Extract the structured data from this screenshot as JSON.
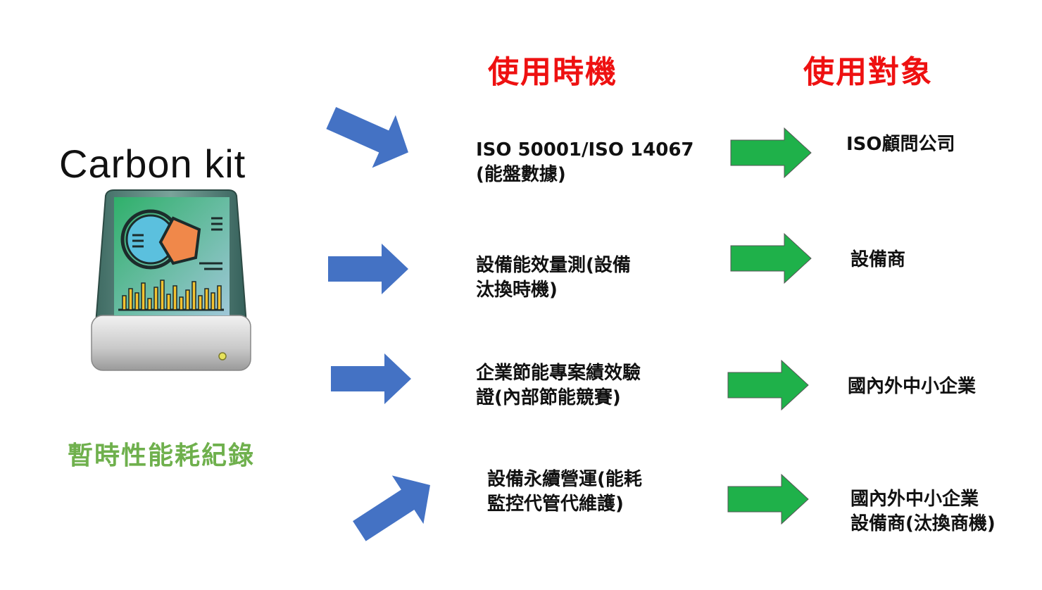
{
  "headers": {
    "timing": "使用時機",
    "target": "使用對象"
  },
  "product": {
    "name": "Carbon kit",
    "caption": "暫時性能耗紀錄"
  },
  "rows": [
    {
      "timing": [
        "ISO 50001/ISO  14067",
        "(能盤數據)"
      ],
      "target": [
        "ISO顧問公司"
      ]
    },
    {
      "timing": [
        "設備能效量測(設備",
        "汰換時機)"
      ],
      "target": [
        "設備商"
      ]
    },
    {
      "timing": [
        "企業節能專案績效驗",
        "證(內部節能競賽)"
      ],
      "target": [
        "國內外中小企業"
      ]
    },
    {
      "timing": [
        "設備永續營運(能耗",
        "監控代管代維護)"
      ],
      "target": [
        "國內外中小企業",
        "設備商(汰換商機)"
      ]
    }
  ],
  "colors": {
    "header": "#ee1111",
    "caption": "#6fb04d",
    "blue_arrow": "#4472c4",
    "green_arrow": "#1fb14a",
    "icon_screen": "#22a35a",
    "pie_blue": "#5bc0de",
    "pie_orange": "#f0884a",
    "bars": "#f2c230"
  },
  "icons": {
    "product": "hard-drive-chart-icon",
    "flow_in": "blue-arrow-icon",
    "flow_out": "green-arrow-icon"
  }
}
